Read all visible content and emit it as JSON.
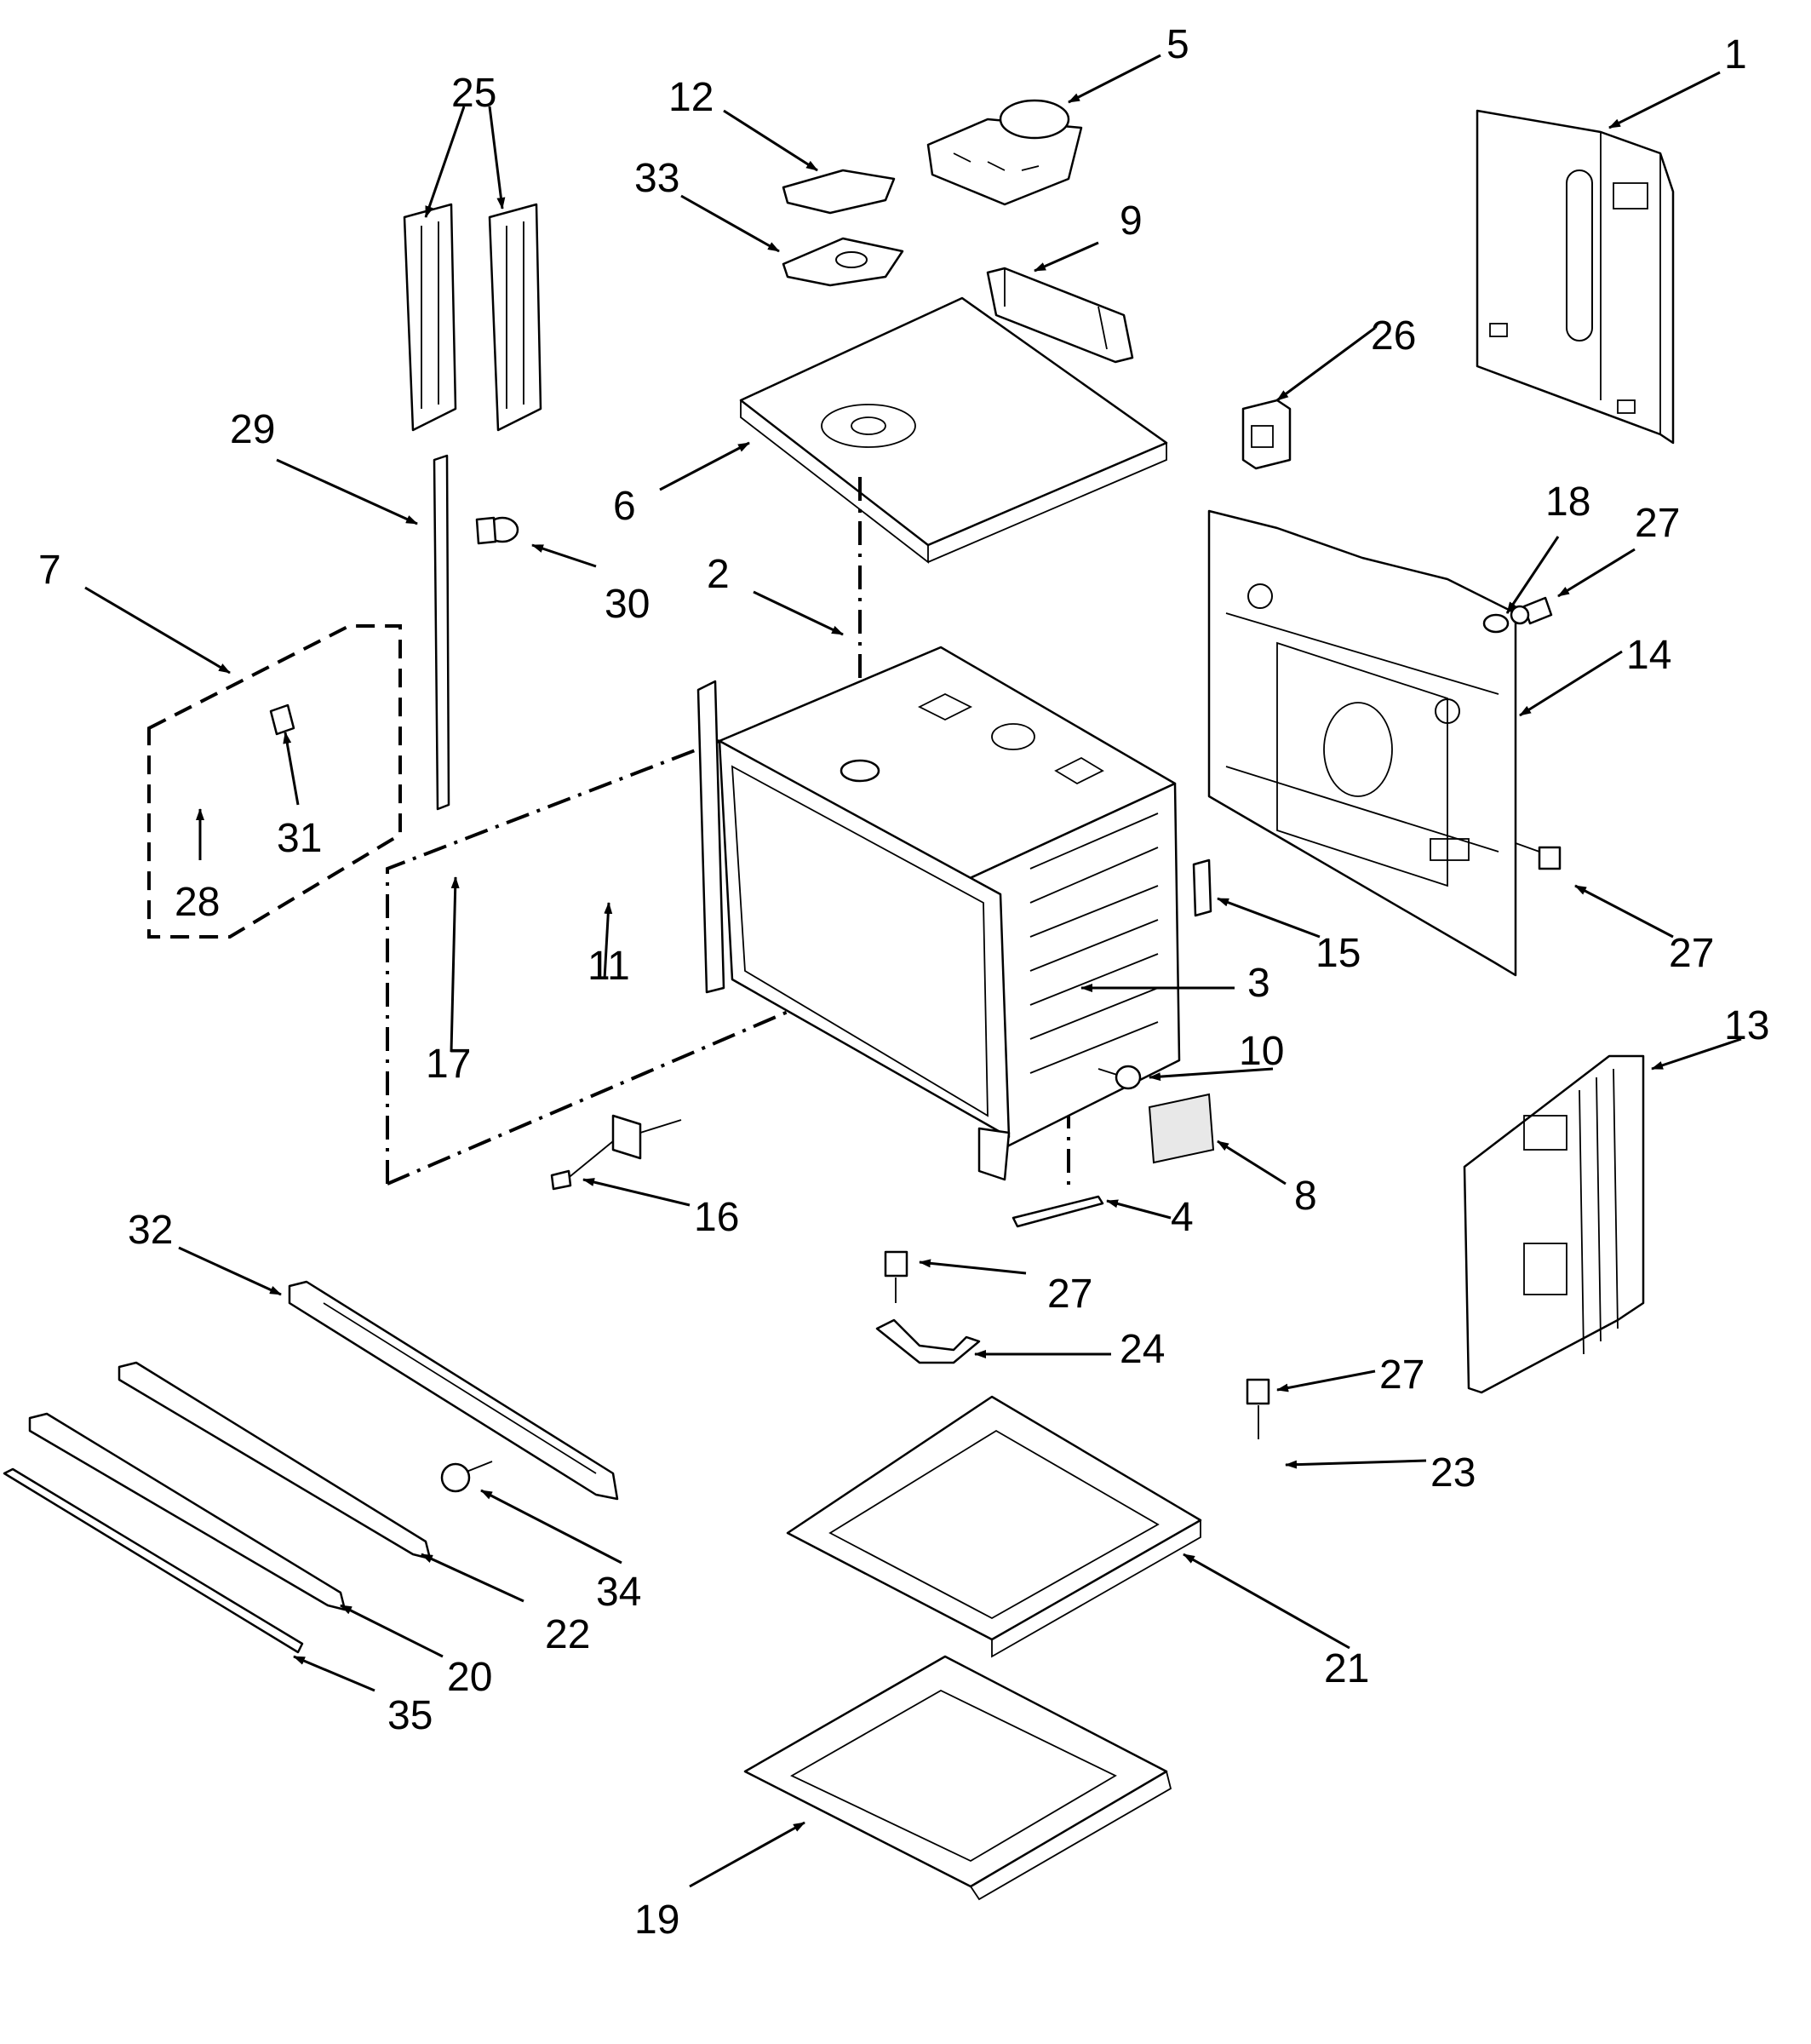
{
  "diagram": {
    "callouts": [
      "1",
      "2",
      "3",
      "4",
      "5",
      "6",
      "7",
      "8",
      "9",
      "10",
      "11",
      "12",
      "13",
      "14",
      "15",
      "16",
      "17",
      "18",
      "19",
      "20",
      "21",
      "22",
      "23",
      "24",
      "25",
      "26",
      "27",
      "28",
      "29",
      "30",
      "31",
      "32",
      "33",
      "34",
      "35"
    ],
    "repeated_callouts": {
      "label_27": "27",
      "label_25": "25"
    }
  }
}
